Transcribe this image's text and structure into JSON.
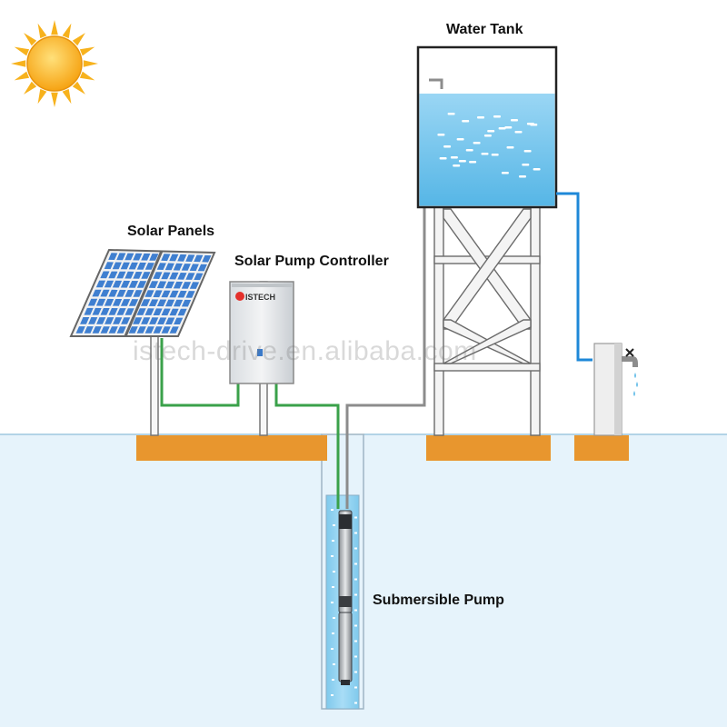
{
  "labels": {
    "water_tank": "Water Tank",
    "solar_panels": "Solar Panels",
    "controller": "Solar Pump Controller",
    "pump": "Submersible Pump"
  },
  "controller_brand": "ISTECH",
  "watermark": "istech-drive.en.alibaba.com",
  "colors": {
    "sky_ground": "#e6f3fb",
    "water": "#7fcbee",
    "wire_green": "#3aa14a",
    "pipe_blue": "#1e88d8",
    "pipe_grey": "#8c8c8c",
    "footing": "#e8962e",
    "sun": "#f7b21d",
    "panel_cell": "#3f7fd0"
  }
}
